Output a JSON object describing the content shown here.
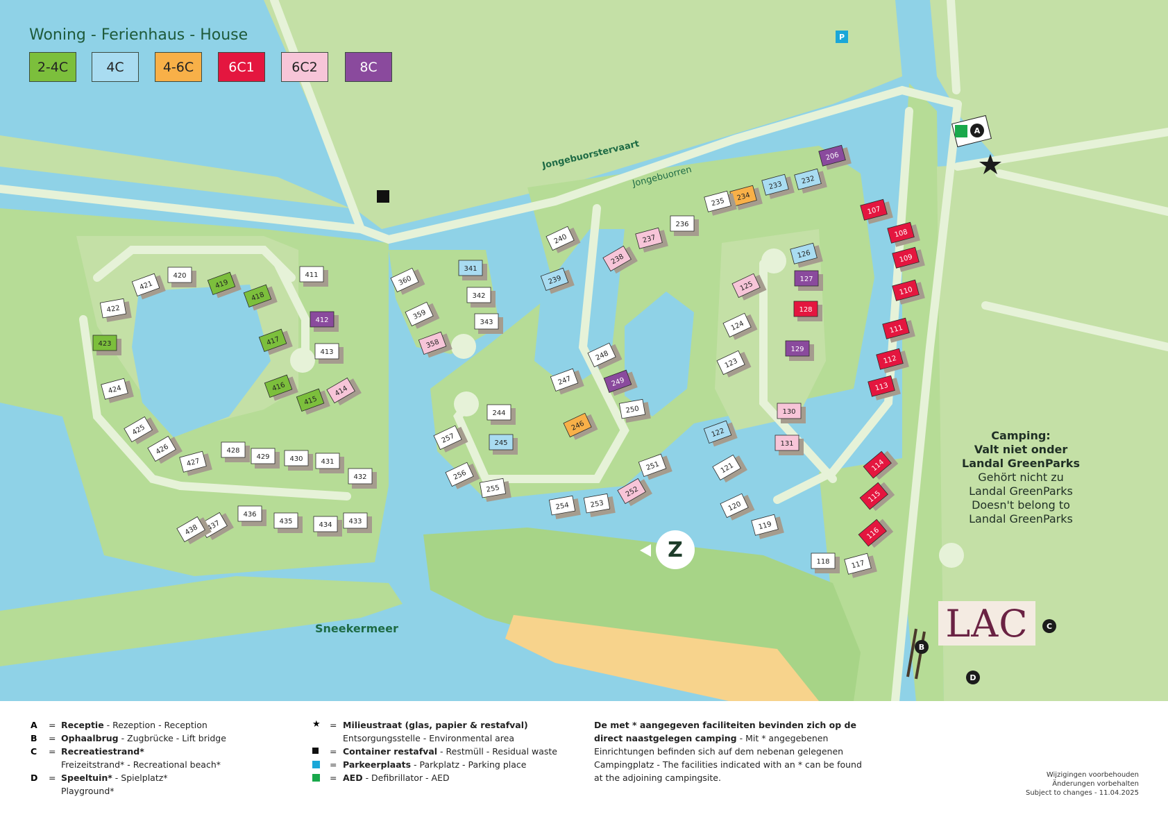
{
  "legend": {
    "title": "Woning - Ferienhaus - House",
    "types": [
      {
        "label": "2-4C",
        "color": "#7cbf3c"
      },
      {
        "label": "4C",
        "color": "#a9dcf1"
      },
      {
        "label": "4-6C",
        "color": "#f8b048"
      },
      {
        "label": "6C1",
        "color": "#e4163f"
      },
      {
        "label": "6C2",
        "color": "#f7c5d8"
      },
      {
        "label": "8C",
        "color": "#8a4a9d"
      }
    ]
  },
  "labels": {
    "canal": "Jongebuorstervaart",
    "road": "Jongebuorren",
    "lake": "Sneekermeer",
    "lac_logo": "LAC"
  },
  "camping": {
    "title_1": "Camping:",
    "title_2": "Valt niet onder",
    "title_3": "Landal GreenParks",
    "line_1": "Gehört nicht zu",
    "line_2": "Landal GreenParks",
    "line_3": "Doesn't belong to",
    "line_4": "Landal GreenParks"
  },
  "markers": {
    "a": "A",
    "b": "B",
    "c": "C",
    "d": "D",
    "parking": "P",
    "north": "Z"
  },
  "houses": [
    {
      "n": "206",
      "t": "8C"
    },
    {
      "n": "232",
      "t": "4C"
    },
    {
      "n": "233",
      "t": "4C"
    },
    {
      "n": "234",
      "t": "4-6C"
    },
    {
      "n": "235",
      "t": "w"
    },
    {
      "n": "236",
      "t": "w"
    },
    {
      "n": "237",
      "t": "6C2"
    },
    {
      "n": "238",
      "t": "6C2"
    },
    {
      "n": "239",
      "t": "4C"
    },
    {
      "n": "240",
      "t": "w"
    },
    {
      "n": "341",
      "t": "4C"
    },
    {
      "n": "342",
      "t": "w"
    },
    {
      "n": "343",
      "t": "w"
    },
    {
      "n": "358",
      "t": "6C2"
    },
    {
      "n": "359",
      "t": "w"
    },
    {
      "n": "360",
      "t": "w"
    },
    {
      "n": "411",
      "t": "w"
    },
    {
      "n": "412",
      "t": "8C"
    },
    {
      "n": "413",
      "t": "w"
    },
    {
      "n": "414",
      "t": "6C2"
    },
    {
      "n": "415",
      "t": "2-4C"
    },
    {
      "n": "416",
      "t": "2-4C"
    },
    {
      "n": "417",
      "t": "2-4C"
    },
    {
      "n": "418",
      "t": "2-4C"
    },
    {
      "n": "419",
      "t": "2-4C"
    },
    {
      "n": "420",
      "t": "w"
    },
    {
      "n": "421",
      "t": "w"
    },
    {
      "n": "422",
      "t": "w"
    },
    {
      "n": "423",
      "t": "2-4C"
    },
    {
      "n": "424",
      "t": "w"
    },
    {
      "n": "425",
      "t": "w"
    },
    {
      "n": "426",
      "t": "w"
    },
    {
      "n": "427",
      "t": "w"
    },
    {
      "n": "428",
      "t": "w"
    },
    {
      "n": "429",
      "t": "w"
    },
    {
      "n": "430",
      "t": "w"
    },
    {
      "n": "431",
      "t": "w"
    },
    {
      "n": "432",
      "t": "w"
    },
    {
      "n": "433",
      "t": "w"
    },
    {
      "n": "434",
      "t": "w"
    },
    {
      "n": "435",
      "t": "w"
    },
    {
      "n": "436",
      "t": "w"
    },
    {
      "n": "437",
      "t": "w"
    },
    {
      "n": "438",
      "t": "w"
    },
    {
      "n": "244",
      "t": "w"
    },
    {
      "n": "245",
      "t": "4C"
    },
    {
      "n": "246",
      "t": "4-6C"
    },
    {
      "n": "247",
      "t": "w"
    },
    {
      "n": "248",
      "t": "w"
    },
    {
      "n": "249",
      "t": "8C"
    },
    {
      "n": "250",
      "t": "w"
    },
    {
      "n": "251",
      "t": "w"
    },
    {
      "n": "252",
      "t": "6C2"
    },
    {
      "n": "253",
      "t": "w"
    },
    {
      "n": "254",
      "t": "w"
    },
    {
      "n": "255",
      "t": "w"
    },
    {
      "n": "256",
      "t": "w"
    },
    {
      "n": "257",
      "t": "w"
    },
    {
      "n": "107",
      "t": "6C1"
    },
    {
      "n": "108",
      "t": "6C1"
    },
    {
      "n": "109",
      "t": "6C1"
    },
    {
      "n": "110",
      "t": "6C1"
    },
    {
      "n": "111",
      "t": "6C1"
    },
    {
      "n": "112",
      "t": "6C1"
    },
    {
      "n": "113",
      "t": "6C1"
    },
    {
      "n": "114",
      "t": "6C1"
    },
    {
      "n": "115",
      "t": "6C1"
    },
    {
      "n": "116",
      "t": "6C1"
    },
    {
      "n": "117",
      "t": "w"
    },
    {
      "n": "118",
      "t": "w"
    },
    {
      "n": "119",
      "t": "w"
    },
    {
      "n": "120",
      "t": "w"
    },
    {
      "n": "121",
      "t": "w"
    },
    {
      "n": "122",
      "t": "4C"
    },
    {
      "n": "123",
      "t": "w"
    },
    {
      "n": "124",
      "t": "w"
    },
    {
      "n": "125",
      "t": "6C2"
    },
    {
      "n": "126",
      "t": "4C"
    },
    {
      "n": "127",
      "t": "8C"
    },
    {
      "n": "128",
      "t": "6C1"
    },
    {
      "n": "129",
      "t": "8C"
    },
    {
      "n": "130",
      "t": "6C2"
    },
    {
      "n": "131",
      "t": "6C2"
    }
  ],
  "footer": {
    "col1": [
      {
        "key": "A",
        "bold": "Receptie",
        "rest": " - Rezeption - Reception"
      },
      {
        "key": "B",
        "bold": "Ophaalbrug",
        "rest": " - Zugbrücke - Lift bridge"
      },
      {
        "key": "C",
        "bold": "Recreatiestrand*",
        "rest": ""
      },
      {
        "key": "",
        "bold": "",
        "rest": "Freizeitstrand*  - Recreational beach*"
      },
      {
        "key": "D",
        "bold": "Speeltuin*",
        "rest": " - Spielplatz*"
      },
      {
        "key": "",
        "bold": "",
        "rest": "Playground*"
      }
    ],
    "col2": [
      {
        "bold": "Milieustraat (glas, papier & restafval)",
        "rest": ""
      },
      {
        "bold": "",
        "rest": "Entsorgungsstelle - Environmental area"
      },
      {
        "bold": "Container restafval",
        "rest": " - Restmüll - Residual waste"
      },
      {
        "bold": "Parkeerplaats",
        "rest": " - Parkplatz - Parking place"
      },
      {
        "bold": "AED",
        "rest": " - Defibrillator - AED"
      }
    ],
    "col3_bold_1": "De met * aangegeven faciliteiten bevinden zich op de",
    "col3_bold_2": "direct naastgelegen camping",
    "col3_line_2_rest": " - Mit * angegebenen",
    "col3_line_3": "Einrichtungen befinden sich auf dem nebenan gelegenen",
    "col3_line_4": "Campingplatz - The facilities indicated with an * can be found",
    "col3_line_5": "at the adjoining campingsite.",
    "eq": "=",
    "note_1": "Wijzigingen voorbehouden",
    "note_2": "Änderungen vorbehalten",
    "note_3": "Subject to changes - 11.04.2025"
  }
}
